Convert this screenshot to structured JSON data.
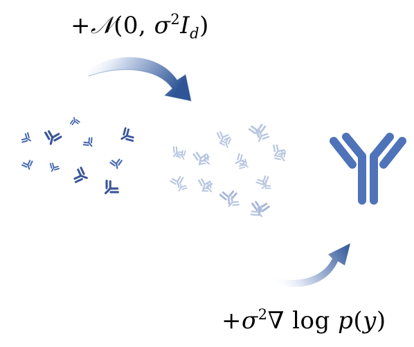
{
  "formulas": {
    "noise": {
      "prefix": "+",
      "normal": "𝒩",
      "open": "(0, ",
      "sigma": "σ",
      "sq": "2",
      "identity": "I",
      "dim": "d",
      "close": ")"
    },
    "score": {
      "prefix": "+",
      "sigma": "σ",
      "sq": "2",
      "nabla": "∇",
      "log": " log ",
      "p": "p",
      "open": "(",
      "y": "y",
      "close": ")"
    }
  },
  "colors": {
    "antibody": "#4a6bb0",
    "antibody_dark": "#3a559a",
    "antibody_faded": "#b8c6e0",
    "arrow_dark": "#2f5597",
    "arrow_light": "#dfe6f2"
  },
  "icons": {
    "clean_antibodies": "antibody-icon",
    "noisy_antibodies": "antibody-icon",
    "result": "antibody-icon",
    "arrows": "curved-arrow-icon"
  }
}
